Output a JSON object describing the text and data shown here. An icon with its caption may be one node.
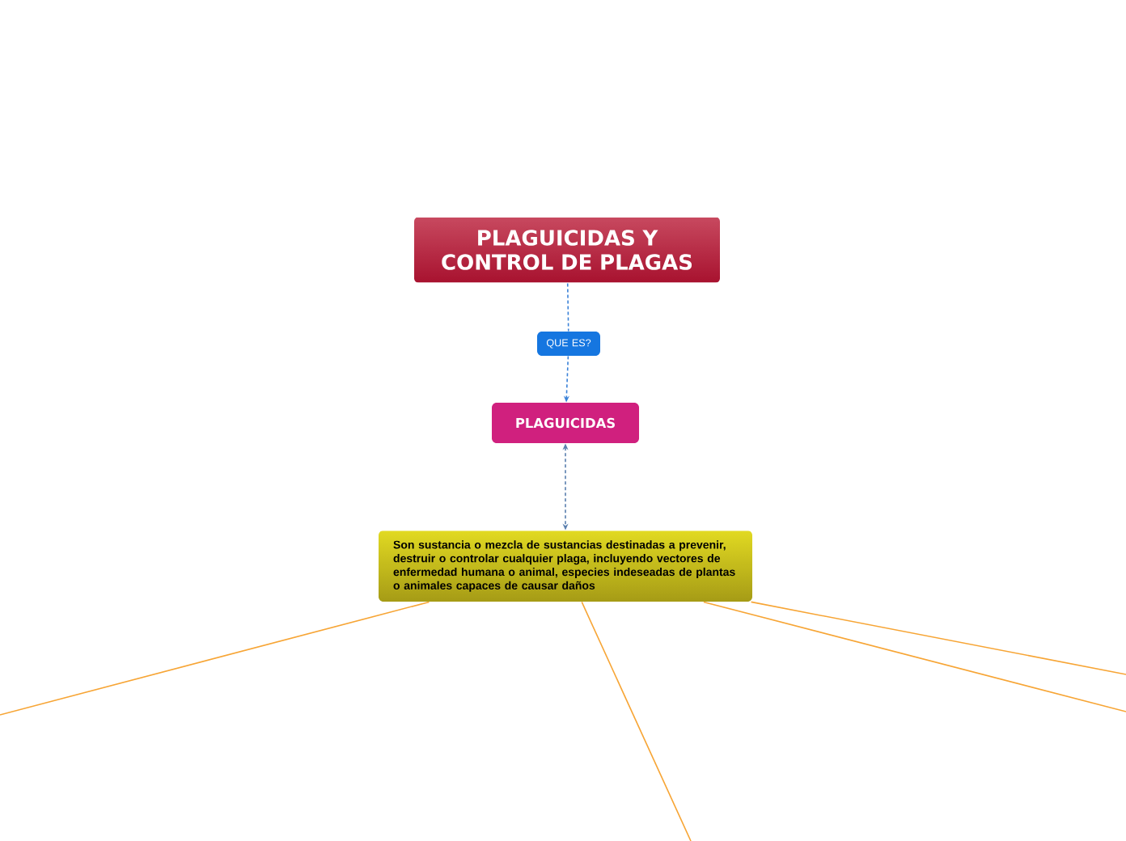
{
  "diagram": {
    "nodes": [
      {
        "text": [
          "PLAGUICIDAS Y CONTROL DE PLAGAS"
        ]
      },
      {
        "text": [
          "QUE ES?"
        ]
      },
      {
        "text": [
          "PLAGUICIDAS"
        ]
      },
      {
        "text": [
          "Son sustancia o mezcla de sustancias destinadas a prevenir, destruir o controlar cualquier plaga, incluyendo vectores de enfermedad humana o animal, especies indeseadas de plantas o animales capaces de causar daños"
        ]
      }
    ],
    "edges": [
      {
        "from": 0,
        "to": 1,
        "arrow": "none",
        "style": "dashed",
        "color": "#3b82d8"
      },
      {
        "from": 1,
        "to": 2,
        "arrow": "to",
        "style": "dashed",
        "color": "#3b82d8"
      },
      {
        "from": 2,
        "to": 3,
        "arrow": "both",
        "style": "dashed",
        "color": "#5a7fae"
      },
      {
        "from": 3,
        "to": null,
        "arrow": "none"
      },
      {
        "from": 3,
        "to": null,
        "arrow": "none"
      },
      {
        "from": 3,
        "to": null,
        "arrow": "none"
      },
      {
        "from": 3,
        "to": null,
        "arrow": "none"
      }
    ]
  }
}
